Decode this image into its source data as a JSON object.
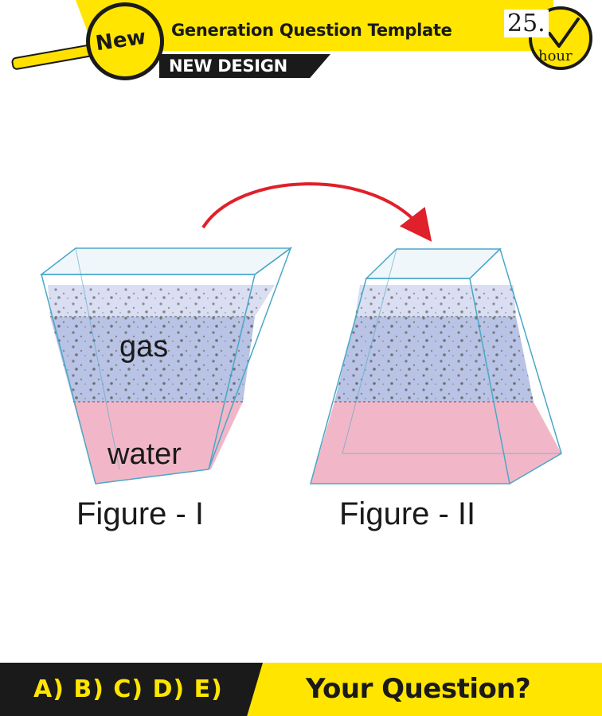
{
  "header": {
    "badge_text": "New",
    "title": "Generation Question Template",
    "subtitle": "NEW DESIGN",
    "clock_number": "25.",
    "clock_unit": "hour"
  },
  "diagram": {
    "gas_label": "gas",
    "water_label": "water",
    "figure1_caption": "Figure - I",
    "figure2_caption": "Figure - II"
  },
  "footer": {
    "answers": "A) B) C) D) E)",
    "question": "Your Question?"
  },
  "colors": {
    "accent_yellow": "#ffe500",
    "dark": "#1a1a1a",
    "arrow_red": "#e0202a",
    "gas_blue": "#a9b8e0",
    "water_pink": "#f1b7c8"
  }
}
